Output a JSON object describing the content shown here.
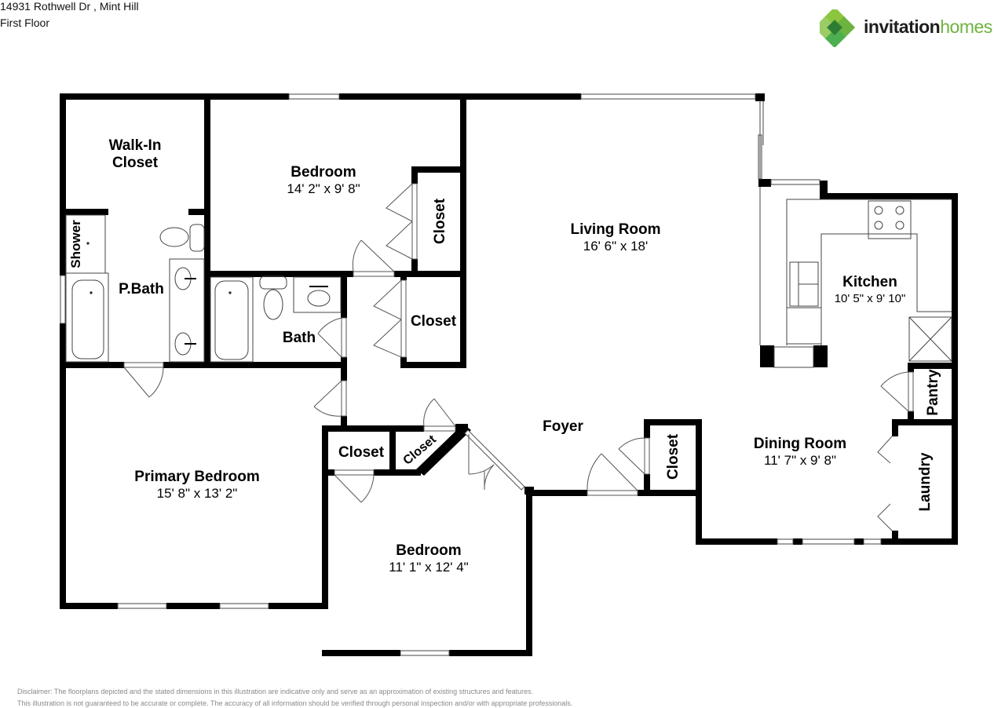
{
  "header": {
    "address": "14931 Rothwell Dr , Mint Hill",
    "floor": "First Floor"
  },
  "logo": {
    "word1": "invitation",
    "word2": "homes",
    "colors": {
      "green_dark": "#2e8b3a",
      "green_mid": "#4caf50",
      "green_light": "#8cc63f",
      "text": "#1e1e1e",
      "accent": "#6db33f"
    }
  },
  "rooms": {
    "walk_in_closet": {
      "name": "Walk-In\nCloset",
      "line1": "Walk-In",
      "line2": "Closet"
    },
    "bedroom_top": {
      "name": "Bedroom",
      "dims": "14' 2\" x 9' 8\""
    },
    "closet_bedroom_top": {
      "name": "Closet"
    },
    "living_room": {
      "name": "Living Room",
      "dims": "16' 6\" x 18'"
    },
    "kitchen": {
      "name": "Kitchen",
      "dims": "10' 5\" x 9' 10\""
    },
    "shower": {
      "name": "Shower"
    },
    "p_bath": {
      "name": "P.Bath"
    },
    "bath": {
      "name": "Bath"
    },
    "closet_hall": {
      "name": "Closet"
    },
    "primary_bedroom": {
      "name": "Primary Bedroom",
      "dims": "15' 8\" x 13' 2\""
    },
    "foyer": {
      "name": "Foyer"
    },
    "closet_left_small": {
      "name": "Closet"
    },
    "closet_angled": {
      "name": "Closet"
    },
    "closet_foyer": {
      "name": "Closet"
    },
    "bedroom_bottom": {
      "name": "Bedroom",
      "dims": "11' 1\" x 12' 4\""
    },
    "dining_room": {
      "name": "Dining Room",
      "dims": "11' 7\" x 9' 8\""
    },
    "pantry": {
      "name": "Pantry"
    },
    "laundry": {
      "name": "Laundry"
    }
  },
  "disclaimer": {
    "line1": "Disclaimer: The floorplans depicted and the stated dimensions in this illustration are indicative only and serve as an approximation of existing structures and features.",
    "line2": "This illustration is not guaranteed to be accurate or complete. The accuracy of all information should be verified through personal inspection and/or with appropriate professionals."
  }
}
